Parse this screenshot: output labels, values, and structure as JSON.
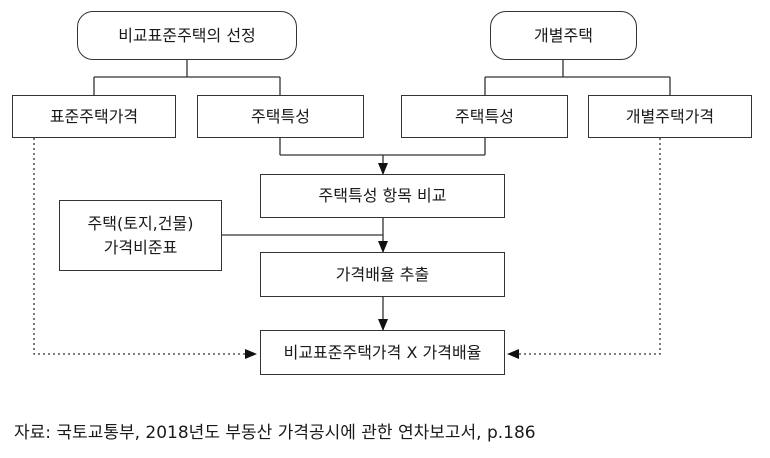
{
  "top": {
    "left": "비교표준주택의 선정",
    "right": "개별주택"
  },
  "row2": {
    "standard_price": "표준주택가격",
    "attributes_left": "주택특성",
    "attributes_right": "주택특성",
    "individual_price": "개별주택가격"
  },
  "compare": "주택특성 항목 비교",
  "price_table": {
    "line1": "주택(토지,건물)",
    "line2": "가격비준표"
  },
  "multiplier": "가격배율 추출",
  "result": "비교표준주택가격 X 가격배율",
  "source": "자료: 국토교통부, 2018년도 부동산 가격공시에 관한 연차보고서, p.186"
}
